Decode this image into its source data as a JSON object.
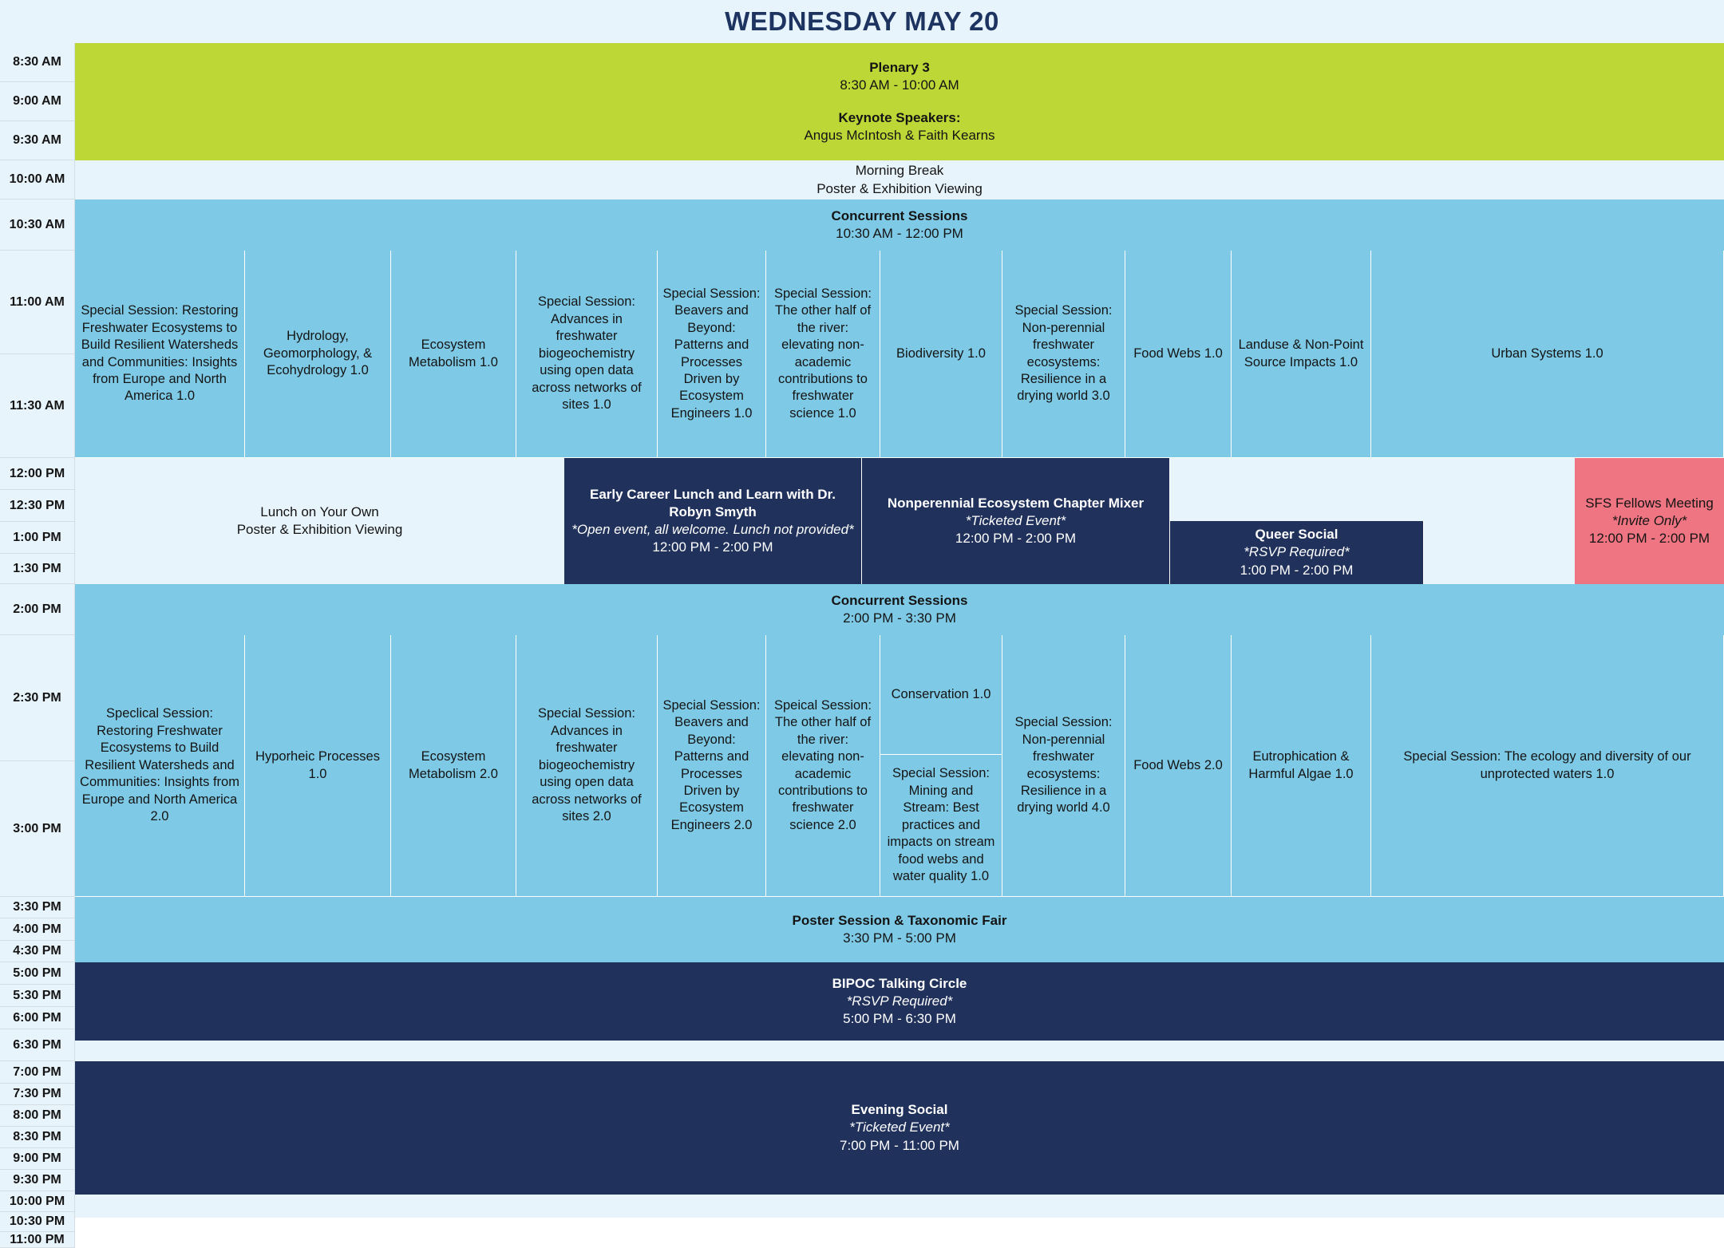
{
  "header": {
    "title": "WEDNESDAY MAY 20"
  },
  "colors": {
    "page_bg": "#e8f4fb",
    "plenary_green": "#bcd736",
    "session_blue": "#7ecae6",
    "navy": "#20315b",
    "pink": "#f07582",
    "title_navy": "#1d3461"
  },
  "time_labels": [
    "8:30 AM",
    "9:00 AM",
    "9:30 AM",
    "10:00 AM",
    "10:30 AM",
    "11:00 AM",
    "11:30 AM",
    "12:00 PM",
    "12:30 PM",
    "1:00 PM",
    "1:30 PM",
    "2:00 PM",
    "2:30 PM",
    "3:00 PM",
    "3:30 PM",
    "4:00 PM",
    "4:30 PM",
    "5:00 PM",
    "5:30 PM",
    "6:00 PM",
    "6:30 PM",
    "7:00 PM",
    "7:30 PM",
    "8:00 PM",
    "8:30 PM",
    "9:00 PM",
    "9:30 PM",
    "10:00 PM",
    "10:30 PM",
    "11:00 PM"
  ],
  "plenary": {
    "title": "Plenary 3",
    "time": "8:30 AM - 10:00 AM",
    "speakers_label": "Keynote Speakers:",
    "speakers": "Angus McIntosh & Faith Kearns"
  },
  "morning_break": {
    "line1": "Morning Break",
    "line2": "Poster & Exhibition Viewing"
  },
  "concurrent_am": {
    "title": "Concurrent Sessions",
    "time": "10:30 AM - 12:00 PM",
    "sessions": [
      "Special Session: Restoring Freshwater Ecosystems to Build Resilient Watersheds and Communities: Insights from Europe and North America 1.0",
      "Hydrology, Geomorphology, & Ecohydrology 1.0",
      "Ecosystem Metabolism 1.0",
      "Special Session: Advances in freshwater biogeochemistry using open data across networks of sites 1.0",
      "Special Session: Beavers and Beyond: Patterns and Processes Driven by Ecosystem Engineers  1.0",
      "Special Session: The other half of the river: elevating non-academic contributions to freshwater science 1.0",
      "Biodiversity 1.0",
      "Special Session: Non-perennial freshwater ecosystems: Resilience in a drying world 3.0",
      "Food Webs 1.0",
      "Landuse & Non-Point Source Impacts 1.0",
      "Urban Systems 1.0"
    ]
  },
  "lunch": {
    "own": {
      "line1": "Lunch on Your Own",
      "line2": "Poster & Exhibition Viewing"
    },
    "early_career": {
      "title": "Early Career Lunch and Learn with Dr. Robyn Smyth",
      "note": "*Open event, all welcome. Lunch not provided*",
      "time": "12:00 PM - 2:00 PM"
    },
    "mixer": {
      "title": "Nonperennial Ecosystem Chapter Mixer",
      "note": "*Ticketed Event*",
      "time": "12:00 PM - 2:00 PM"
    },
    "queer_social": {
      "title": "Queer Social",
      "note": "*RSVP Required*",
      "time": "1:00 PM - 2:00 PM"
    },
    "fellows": {
      "title": "SFS Fellows Meeting",
      "note": "*Invite Only*",
      "time": "12:00 PM - 2:00 PM"
    }
  },
  "concurrent_pm": {
    "title": "Concurrent Sessions",
    "time": "2:00 PM - 3:30 PM",
    "sessions": [
      "Speclical Session: Restoring Freshwater Ecosystems to Build Resilient Watersheds and Communities: Insights from Europe and North America 2.0",
      "Hyporheic Processes 1.0",
      "Ecosystem Metabolism 2.0",
      "Special Session: Advances in freshwater biogeochemistry using open data across networks of sites 2.0",
      "Special Session: Beavers and Beyond: Patterns and Processes Driven by Ecosystem Engineers  2.0",
      "Speical Session: The other half of the river: elevating non-academic contributions to freshwater science 2.0",
      "Conservation 1.0",
      "Special Session: Mining and Stream: Best practices and impacts on stream food webs and water quality 1.0",
      "Special Session: Non-perennial freshwater ecosystems: Resilience in a drying world 4.0",
      "Food Webs 2.0",
      "Eutrophication & Harmful Algae 1.0",
      "Special Session: The ecology and diversity of our unprotected waters 1.0"
    ]
  },
  "poster_session": {
    "title": "Poster Session & Taxonomic Fair",
    "time": "3:30 PM - 5:00 PM"
  },
  "bipoc": {
    "title": "BIPOC Talking Circle",
    "note": "*RSVP Required*",
    "time": "5:00 PM - 6:30 PM"
  },
  "evening_social": {
    "title": "Evening Social",
    "note": "*Ticketed Event*",
    "time": "7:00 PM - 11:00 PM"
  }
}
